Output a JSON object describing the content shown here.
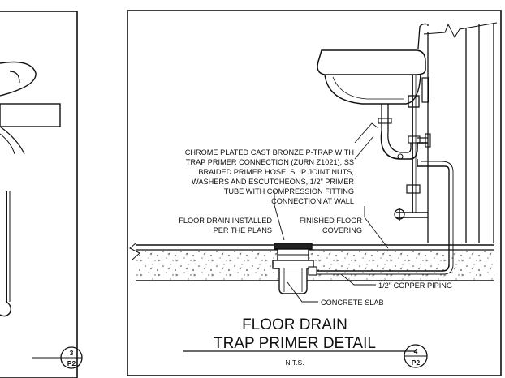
{
  "left_detail": {
    "detail_number": "3",
    "sheet_number": "P2"
  },
  "right_detail": {
    "title_line1": "FLOOR DRAIN",
    "title_line2": "TRAP PRIMER DETAIL",
    "scale": "N.T.S.",
    "detail_number": "4",
    "sheet_number": "P2",
    "notes": {
      "ptrap": [
        "CHROME PLATED CAST BRONZE P-TRAP WITH",
        "TRAP PRIMER CONNECTION (ZURN Z1021), SS",
        "BRAIDED PRIMER HOSE, SLIP JOINT NUTS,",
        "WASHERS AND ESCUTCHEONS, 1/2\" PRIMER",
        "TUBE WITH COMPRESSION FITTING",
        "CONNECTION AT WALL"
      ],
      "floor_drain": [
        "FLOOR DRAIN INSTALLED",
        "PER THE PLANS"
      ],
      "finished_floor": [
        "FINISHED FLOOR",
        "COVERING"
      ],
      "copper_piping": "1/2\" COPPER PIPING",
      "concrete_slab": "CONCRETE SLAB"
    }
  }
}
